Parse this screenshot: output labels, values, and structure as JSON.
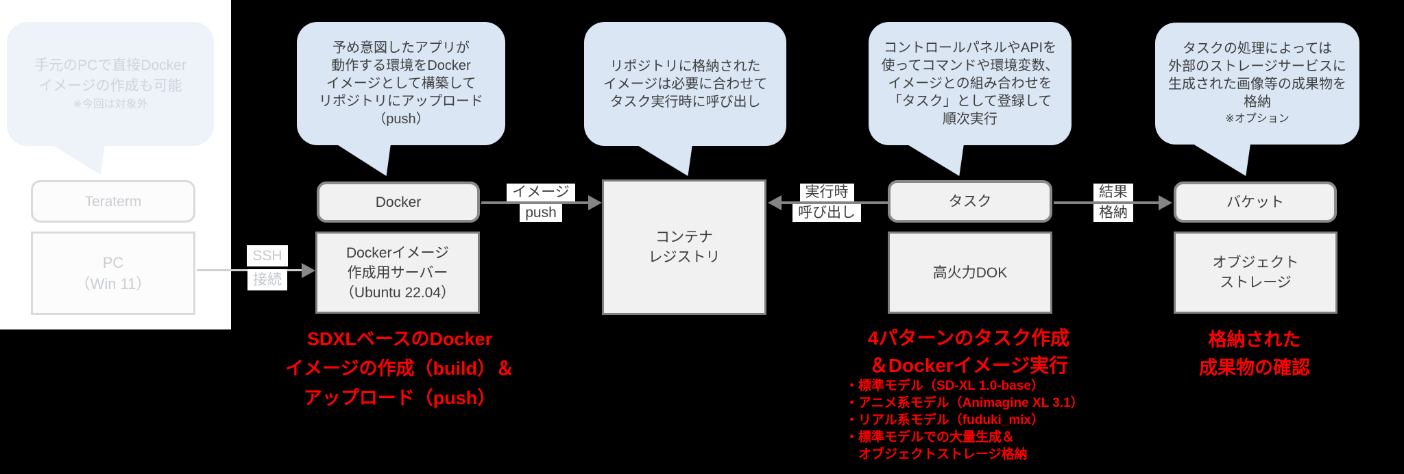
{
  "colors": {
    "background": "#000000",
    "panel": "#ffffff",
    "bubble_fill": "#dae6f4",
    "faded_bubble_fill": "#eef3fa",
    "box_fill": "#f1f1f1",
    "box_border": "#7f7f7f",
    "arrow_gray": "#858585",
    "note_red": "#ff0000"
  },
  "local_panel": {
    "bubble_text": "手元のPCで直接Docker\nイメージの作成も可能",
    "bubble_note": "※今回は対象外",
    "teraterm_label": "Teraterm",
    "pc_label": "PC\n（Win 11）"
  },
  "bubbles": {
    "docker": "予め意図したアプリが\n動作する環境をDocker\nイメージとして構築して\nリポジトリにアップロード\n（push）",
    "registry": "リポジトリに格納された\nイメージは必要に合わせて\nタスク実行時に呼び出し",
    "task": "コントロールパネルやAPIを\n使ってコマンドや環境変数、\nイメージとの組み合わせを\n「タスク」として登録して\n順次実行",
    "bucket_text": "タスクの処理によっては\n外部のストレージサービスに\n生成された画像等の成果物を\n格納",
    "bucket_note": "※オプション"
  },
  "boxes": {
    "docker": "Docker",
    "build_server": "Dockerイメージ\n作成用サーバー\n（Ubuntu 22.04）",
    "container_registry": "コンテナ\nレジストリ",
    "task": "タスク",
    "dok": "高火力DOK",
    "bucket": "バケット",
    "object_storage": "オブジェクト\nストレージ"
  },
  "arrows": {
    "ssh": {
      "line1": "SSH",
      "line2": "接続"
    },
    "image_push": {
      "line1": "イメージ",
      "line2": "push"
    },
    "runtime_call": {
      "line1": "実行時",
      "line2": "呼び出し"
    },
    "result_store": {
      "line1": "結果",
      "line2": "格納"
    }
  },
  "notes": {
    "build": "SDXLベースのDocker\nイメージの作成（build）＆\nアップロード（push）",
    "task_patterns_heading": "4パターンのタスク作成\n＆Dockerイメージ実行",
    "task_patterns_bullets": "・標準モデル（SD-XL 1.0-base）\n・アニメ系モデル（Animagine XL 3.1）\n・リアル系モデル（fuduki_mix）\n・標準モデルでの大量生成＆\n　オブジェクトストレージ格納",
    "verify": "格納された\n成果物の確認"
  }
}
